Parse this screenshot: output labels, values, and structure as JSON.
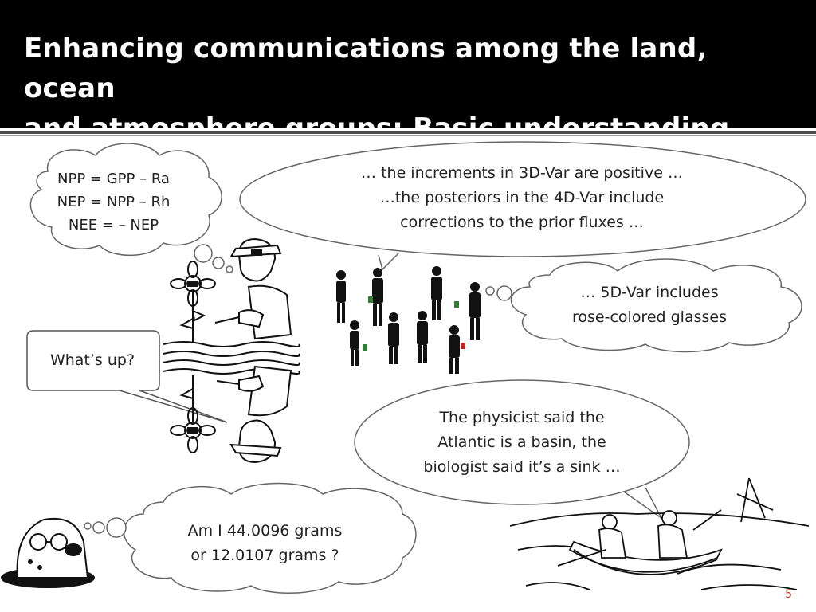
{
  "slide": {
    "title": "Enhancing communications among the land, ocean\nand atmosphere groups:  Basic understanding",
    "page_number": "5",
    "colors": {
      "title_bar": "#000000",
      "title_text": "#ffffff",
      "page_number": "#c0392b"
    }
  },
  "bubbles": {
    "equations": "NPP = GPP – Ra\nNEP = NPP – Rh\nNEE = – NEP",
    "increments": "… the increments in 3D-Var are positive …\n…the posteriors in the 4D-Var include\ncorrections to the prior fluxes …",
    "five_d_var": "… 5D-Var includes\nrose-colored glasses",
    "whats_up": "What’s up?",
    "physicist": "The physicist said the\nAtlantic is a basin,  the\nbiologist said it’s a sink …",
    "grams": "Am I  44.0096 grams\nor 12.0107 grams ?"
  },
  "icons": {
    "gardener": "gardener-with-watering-can-icon",
    "people": "business-people-silhouettes-icon",
    "mole": "mole-with-glasses-icon",
    "boat": "rowboat-with-fishermen-icon"
  }
}
